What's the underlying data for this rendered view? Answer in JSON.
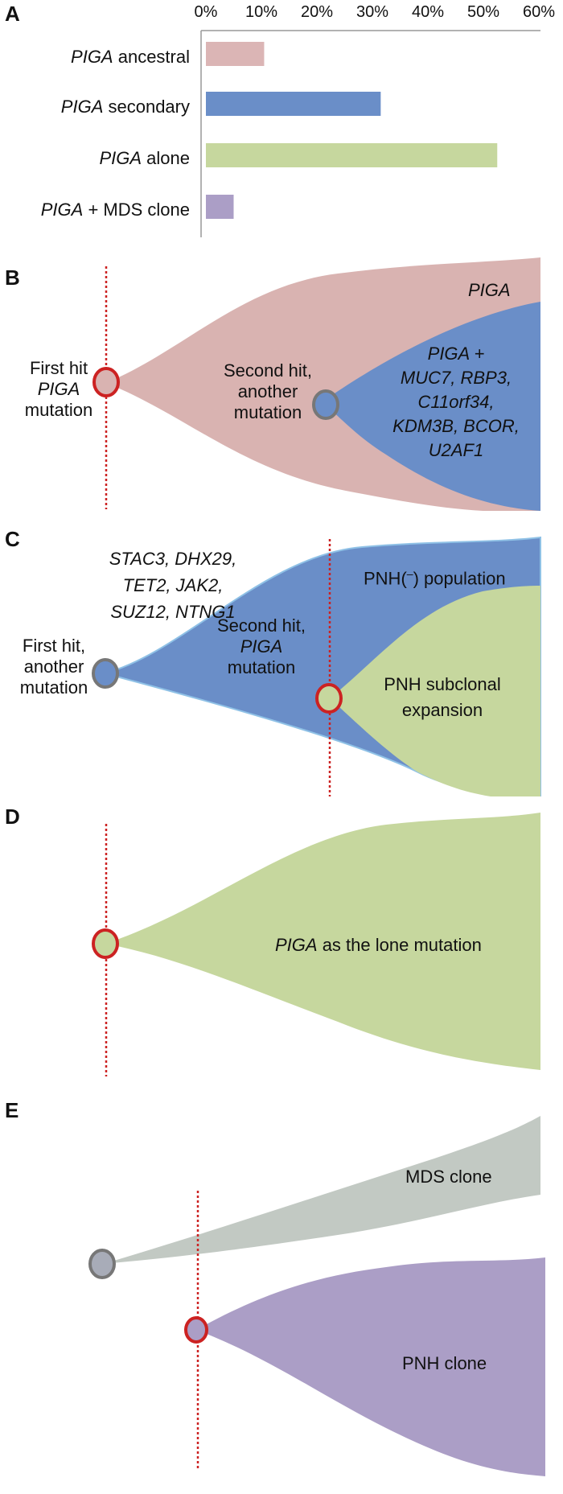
{
  "panels": {
    "a": "A",
    "b": "B",
    "c": "C",
    "d": "D",
    "e": "E"
  },
  "chart_data": {
    "type": "bar",
    "orientation": "horizontal",
    "categories": [
      "PIGA ancestral",
      "PIGA secondary",
      "PIGA alone",
      "PIGA + MDS clone"
    ],
    "category_parts": [
      {
        "italic": "PIGA",
        "rest": " ancestral"
      },
      {
        "italic": "PIGA",
        "rest": " secondary"
      },
      {
        "italic": "PIGA",
        "rest": " alone"
      },
      {
        "italic": "PIGA",
        "rest": " + MDS clone"
      }
    ],
    "values": [
      10.5,
      31.5,
      52.5,
      5
    ],
    "colors": [
      "#dbb5b5",
      "#6a8ec8",
      "#c6d79e",
      "#ab9ec6"
    ],
    "ticks": [
      "0%",
      "10%",
      "20%",
      "30%",
      "40%",
      "50%",
      "60%"
    ],
    "xlim": [
      0,
      60
    ],
    "grid": false
  },
  "panel_b": {
    "first_hit_1": "First hit",
    "first_hit_2": "PIGA",
    "first_hit_3": "mutation",
    "second_hit_1": "Second hit,",
    "second_hit_2": "another",
    "second_hit_3": "mutation",
    "piga": "PIGA",
    "combo_1": "PIGA +",
    "combo_2": "MUC7, RBP3,",
    "combo_3": "C11orf34,",
    "combo_4": "KDM3B, BCOR,",
    "combo_5": "U2AF1",
    "colors": {
      "outer": "#d9b3b1",
      "inner": "#6a8ec8",
      "line": "#cc2222"
    }
  },
  "panel_c": {
    "genes_1": "STAC3, DHX29,",
    "genes_2": "TET2, JAK2,",
    "genes_3": "SUZ12, NTNG1",
    "first_hit_1": "First hit,",
    "first_hit_2": "another",
    "first_hit_3": "mutation",
    "second_hit_1": "Second hit,",
    "second_hit_2": "PIGA",
    "second_hit_3": "mutation",
    "pnh_neg_pre": "PNH(",
    "pnh_neg_sup": "–",
    "pnh_neg_post": ") population",
    "subclonal_1": "PNH subclonal",
    "subclonal_2": "expansion",
    "colors": {
      "outer": "#6a8ec8",
      "inner": "#c6d79e"
    }
  },
  "panel_d": {
    "lone_italic": "PIGA",
    "lone_rest": " as the lone mutation",
    "colors": {
      "fill": "#c6d79e"
    }
  },
  "panel_e": {
    "mds": "MDS clone",
    "pnh": "PNH clone",
    "colors": {
      "mds": "#c2c9c3",
      "pnh": "#ab9ec6"
    }
  }
}
